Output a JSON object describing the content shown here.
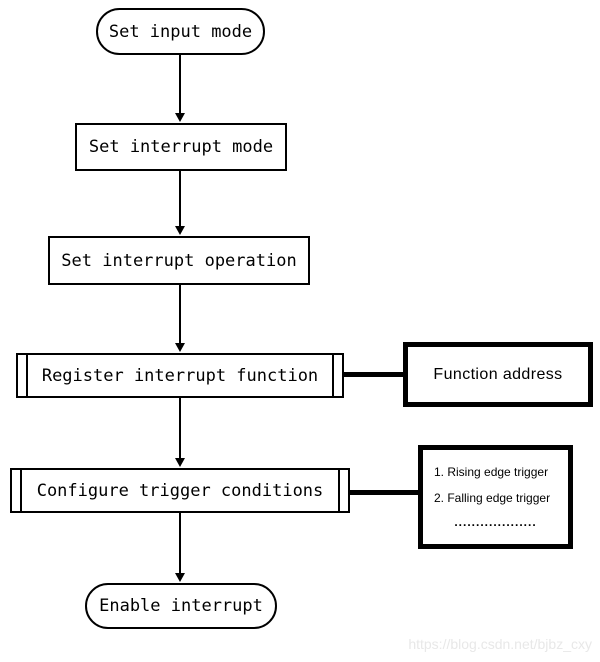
{
  "diagram": {
    "type": "flowchart",
    "title_none": "",
    "colors": {
      "stroke": "#000000",
      "background": "#ffffff",
      "watermark_text": "#e8e8e8"
    },
    "nodes": {
      "start": {
        "shape": "stadium",
        "label": "Set input mode"
      },
      "step1": {
        "shape": "rect",
        "label": "Set interrupt mode"
      },
      "step2": {
        "shape": "rect",
        "label": "Set interrupt operation"
      },
      "step3": {
        "shape": "predefined",
        "label": "Register interrupt function"
      },
      "step4": {
        "shape": "predefined",
        "label": "Configure trigger conditions"
      },
      "end": {
        "shape": "stadium",
        "label": "Enable interrupt"
      },
      "function_address": {
        "shape": "bold-rect",
        "label": "Function address"
      },
      "trigger_options": {
        "shape": "bold-rect",
        "items": [
          "1. Rising edge trigger",
          "2. Falling edge trigger"
        ],
        "ellipsis": "..................."
      }
    },
    "edges": [
      {
        "from": "start",
        "to": "step1",
        "style": "arrow"
      },
      {
        "from": "step1",
        "to": "step2",
        "style": "arrow"
      },
      {
        "from": "step2",
        "to": "step3",
        "style": "arrow"
      },
      {
        "from": "step3",
        "to": "step4",
        "style": "arrow"
      },
      {
        "from": "step4",
        "to": "end",
        "style": "arrow"
      },
      {
        "from": "step3",
        "to": "function_address",
        "style": "thick-line"
      },
      {
        "from": "step4",
        "to": "trigger_options",
        "style": "thick-line"
      }
    ]
  },
  "watermark": {
    "text": "https://blog.csdn.net/bjbz_cxy"
  }
}
